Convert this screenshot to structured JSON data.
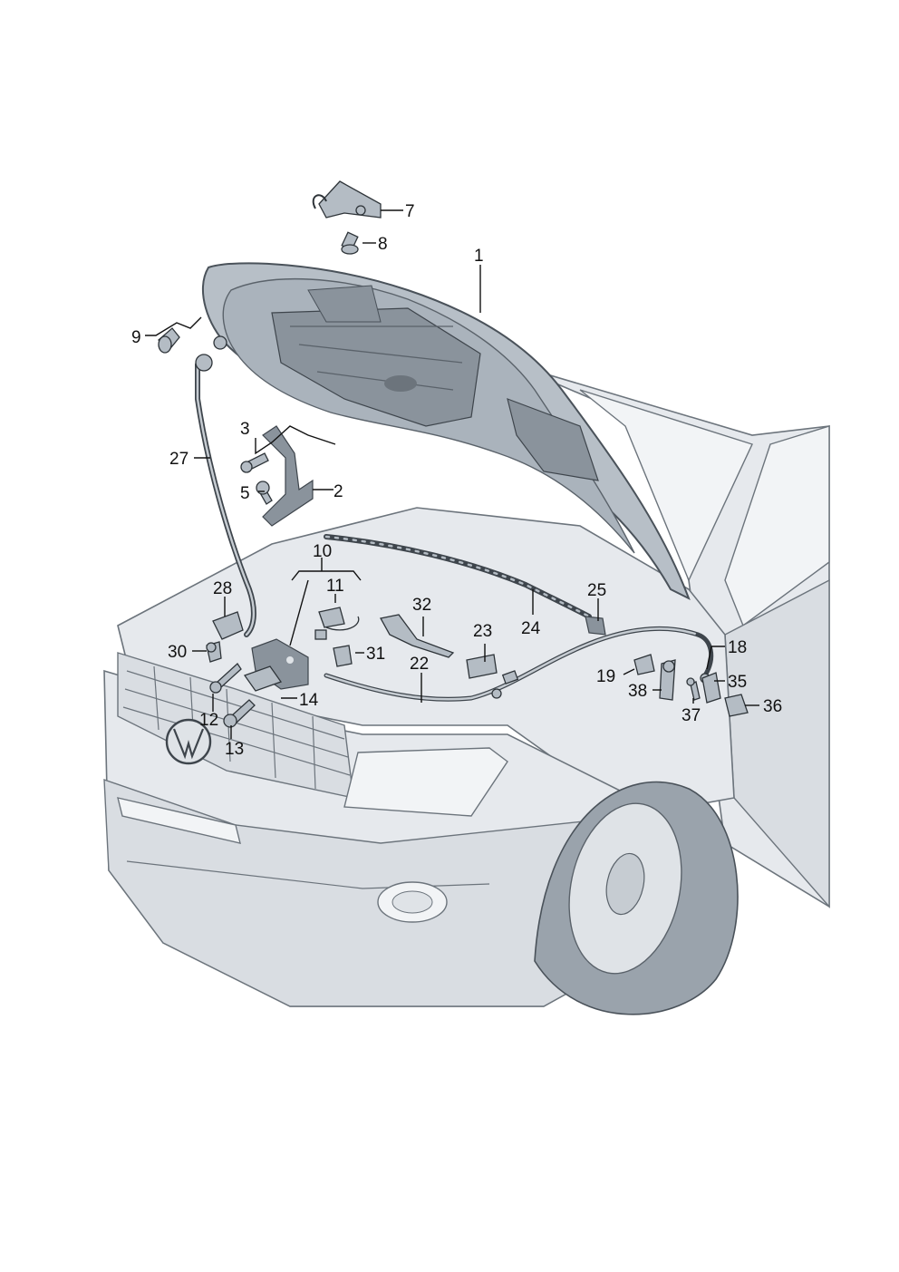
{
  "diagram": {
    "callouts": [
      {
        "id": "c1",
        "text": "1"
      },
      {
        "id": "c2",
        "text": "2"
      },
      {
        "id": "c3",
        "text": "3"
      },
      {
        "id": "c5",
        "text": "5"
      },
      {
        "id": "c7",
        "text": "7"
      },
      {
        "id": "c8",
        "text": "8"
      },
      {
        "id": "c9",
        "text": "9"
      },
      {
        "id": "c10",
        "text": "10"
      },
      {
        "id": "c11",
        "text": "11"
      },
      {
        "id": "c12",
        "text": "12"
      },
      {
        "id": "c13",
        "text": "13"
      },
      {
        "id": "c14",
        "text": "14"
      },
      {
        "id": "c18",
        "text": "18"
      },
      {
        "id": "c19",
        "text": "19"
      },
      {
        "id": "c22",
        "text": "22"
      },
      {
        "id": "c23",
        "text": "23"
      },
      {
        "id": "c24",
        "text": "24"
      },
      {
        "id": "c25",
        "text": "25"
      },
      {
        "id": "c27",
        "text": "27"
      },
      {
        "id": "c28",
        "text": "28"
      },
      {
        "id": "c30",
        "text": "30"
      },
      {
        "id": "c31",
        "text": "31"
      },
      {
        "id": "c32",
        "text": "32"
      },
      {
        "id": "c35",
        "text": "35"
      },
      {
        "id": "c36",
        "text": "36"
      },
      {
        "id": "c37",
        "text": "37"
      },
      {
        "id": "c38",
        "text": "38"
      }
    ],
    "colors": {
      "body": "#e6e9ed",
      "hood": "#b7bfc7",
      "parts": "#b4bcc4",
      "outline": "#4a525a"
    }
  }
}
